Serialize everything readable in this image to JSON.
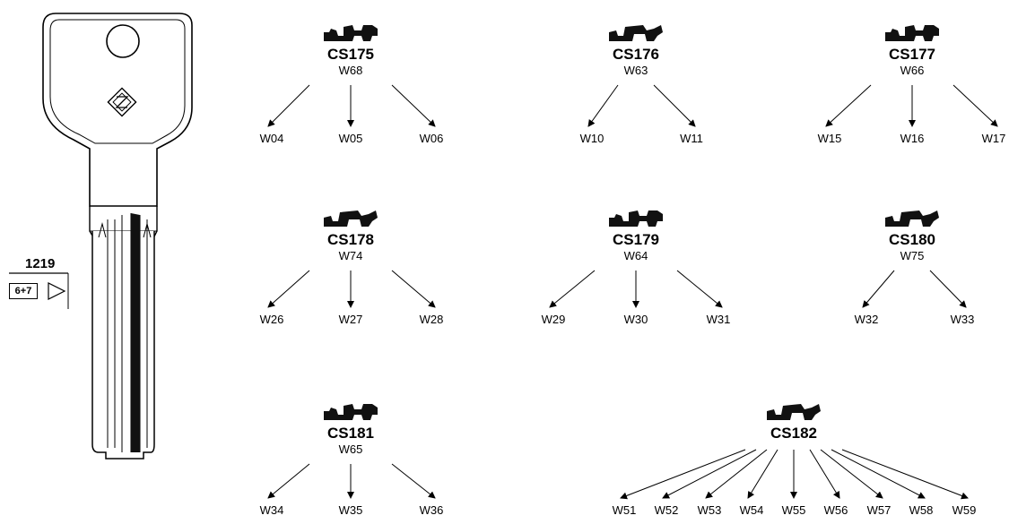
{
  "key": {
    "number": "1219",
    "cuts": "6+7"
  },
  "groups": [
    {
      "code": "CS175",
      "wafer": "W68",
      "children": [
        "W04",
        "W05",
        "W06"
      ]
    },
    {
      "code": "CS176",
      "wafer": "W63",
      "children": [
        "W10",
        "W11"
      ]
    },
    {
      "code": "CS177",
      "wafer": "W66",
      "children": [
        "W15",
        "W16",
        "W17"
      ]
    },
    {
      "code": "CS178",
      "wafer": "W74",
      "children": [
        "W26",
        "W27",
        "W28"
      ]
    },
    {
      "code": "CS179",
      "wafer": "W64",
      "children": [
        "W29",
        "W30",
        "W31"
      ]
    },
    {
      "code": "CS180",
      "wafer": "W75",
      "children": [
        "W32",
        "W33"
      ]
    },
    {
      "code": "CS181",
      "wafer": "W65",
      "children": [
        "W34",
        "W35",
        "W36"
      ]
    },
    {
      "code": "CS182",
      "wafer": "",
      "children": [
        "W51",
        "W52",
        "W53",
        "W54",
        "W55",
        "W56",
        "W57",
        "W58",
        "W59"
      ]
    }
  ]
}
